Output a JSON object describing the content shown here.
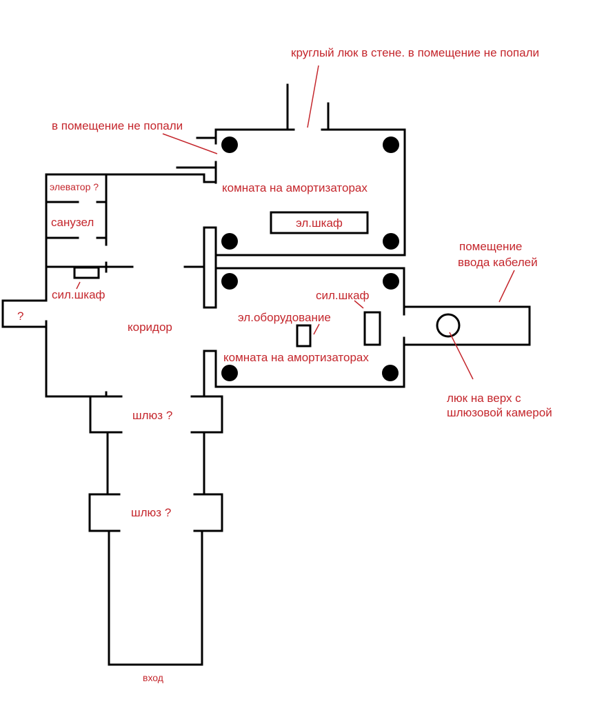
{
  "colors": {
    "label": "#c4262c",
    "wall": "#000000",
    "background": "#ffffff"
  },
  "labels": {
    "round_hatch_note": "круглый люк в стене. в помещение не попали",
    "no_access_note": "в помещение не попали",
    "elevator": "элеватор ?",
    "bathroom": "санузел",
    "power_cabinet_left": "сил.шкаф",
    "unknown_room": "?",
    "corridor": "коридор",
    "upper_room": "комната на амортизаторах",
    "electrical_cabinet": "эл.шкаф",
    "cable_room_line1": "помещение",
    "cable_room_line2": "ввода кабелей",
    "power_cabinet_right": "сил.шкаф",
    "electrical_equipment": "эл.оборудование",
    "lower_room": "комната на амортизаторах",
    "hatch_line1": "люк на верх с",
    "hatch_line2": "шлюзовой камерой",
    "airlock_1": "шлюз ?",
    "airlock_2": "шлюз ?",
    "entrance": "вход"
  }
}
